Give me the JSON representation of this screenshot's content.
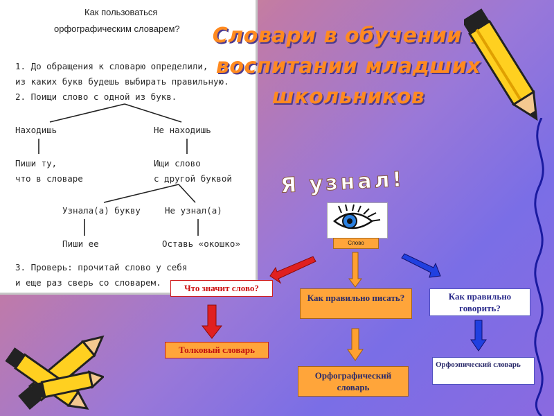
{
  "panel": {
    "heading_line1": "Как пользоваться",
    "heading_line2": "орфографическим словарем?",
    "step1_line1": "1. До обращения к словарю определили,",
    "step1_line2": "из каких букв будешь выбирать правильную.",
    "step2": "2. Поищи слово с одной из букв.",
    "found": "Находишь",
    "not_found": "Не находишь",
    "write_that_1": "Пиши ту,",
    "write_that_2": "что в словаре",
    "search_word_1": "Ищи слово",
    "search_word_2": "с другой буквой",
    "learned_letter": "Узнала(а) букву",
    "not_learned": "Не узнал(а)",
    "write_it": "Пиши ее",
    "leave_window": "Оставь «окошко»",
    "step3_line1": "3. Проверь: прочитай слово у себя",
    "step3_line2": "и еще раз сверь со словарем."
  },
  "title": {
    "line1": "Словари в обучении и",
    "line2": "воспитании младших",
    "line3": "школьников"
  },
  "learned": "Я узнал!",
  "diagram": {
    "slovo": "Слово",
    "meaning": "Что значит слово?",
    "how_write": "Как правильно писать?",
    "how_speak": "Как правильно говорить?",
    "explanatory": "Толковый словарь",
    "orthographic": "Орфографический словарь",
    "orthoepic": "Орфоэпический словарь"
  },
  "colors": {
    "title": "#ff8a20",
    "orange_box": "#ffa53a",
    "red_arrow": "#e02020",
    "orange_arrow": "#ff9a30",
    "blue_arrow": "#2040e0"
  },
  "icons": [
    "eye-icon",
    "pencil-icon",
    "pencil-icon",
    "pencil-icon",
    "swirl-decoration"
  ]
}
